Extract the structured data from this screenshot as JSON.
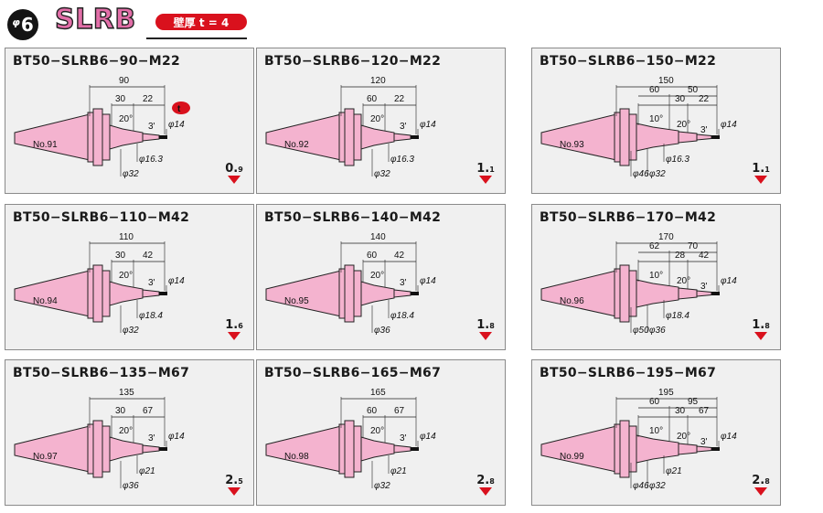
{
  "header": {
    "size": "6",
    "series": "SLRB",
    "badge": "壁厚 t = 4"
  },
  "colors": {
    "tool_fill": "#f4b3cf",
    "tool_stroke": "#222222",
    "accent": "#d9111d"
  },
  "panels": [
    {
      "model": "BT50−SLRB6−90−M22",
      "no": "91",
      "L": "90",
      "a": "30",
      "b": "22",
      "angle": "20",
      "tip_angle": "3'",
      "d_tip": "φ14",
      "d1": "φ16.3",
      "d2": "φ32",
      "weight_int": "0.",
      "weight_dec": "9",
      "badge_t": "t"
    },
    {
      "model": "BT50−SLRB6−120−M22",
      "no": "92",
      "L": "120",
      "a": "60",
      "b": "22",
      "angle": "20",
      "tip_angle": "3'",
      "d_tip": "φ14",
      "d1": "φ16.3",
      "d2": "φ32",
      "weight_int": "1.",
      "weight_dec": "1"
    },
    {
      "model": "BT50−SLRB6−150−M22",
      "no": "93",
      "L": "150",
      "a": "60",
      "b": "50",
      "c": "30",
      "e": "22",
      "angle": "20",
      "angle2": "10",
      "tip_angle": "3'",
      "d_tip": "φ14",
      "d1": "φ16.3",
      "d2": "φ32",
      "d3": "φ46",
      "weight_int": "1.",
      "weight_dec": "1"
    },
    {
      "model": "BT50−SLRB6−110−M42",
      "no": "94",
      "L": "110",
      "a": "30",
      "b": "42",
      "angle": "20",
      "tip_angle": "3'",
      "d_tip": "φ14",
      "d1": "φ18.4",
      "d2": "φ32",
      "weight_int": "1.",
      "weight_dec": "6"
    },
    {
      "model": "BT50−SLRB6−140−M42",
      "no": "95",
      "L": "140",
      "a": "60",
      "b": "42",
      "angle": "20",
      "tip_angle": "3'",
      "d_tip": "φ14",
      "d1": "φ18.4",
      "d2": "φ36",
      "weight_int": "1.",
      "weight_dec": "8"
    },
    {
      "model": "BT50−SLRB6−170−M42",
      "no": "96",
      "L": "170",
      "a": "62",
      "b": "70",
      "c": "28",
      "e": "42",
      "angle": "20",
      "angle2": "10",
      "tip_angle": "3'",
      "d_tip": "φ14",
      "d1": "φ18.4",
      "d2": "φ36",
      "d3": "φ50",
      "weight_int": "1.",
      "weight_dec": "8"
    },
    {
      "model": "BT50−SLRB6−135−M67",
      "no": "97",
      "L": "135",
      "a": "30",
      "b": "67",
      "angle": "20",
      "tip_angle": "3'",
      "d_tip": "φ14",
      "d1": "φ21",
      "d2": "φ36",
      "weight_int": "2.",
      "weight_dec": "5"
    },
    {
      "model": "BT50−SLRB6−165−M67",
      "no": "98",
      "L": "165",
      "a": "60",
      "b": "67",
      "angle": "20",
      "tip_angle": "3'",
      "d_tip": "φ14",
      "d1": "φ21",
      "d2": "φ32",
      "weight_int": "2.",
      "weight_dec": "8"
    },
    {
      "model": "BT50−SLRB6−195−M67",
      "no": "99",
      "L": "195",
      "a": "60",
      "b": "95",
      "c": "30",
      "e": "67",
      "angle": "20",
      "angle2": "10",
      "tip_angle": "3'",
      "d_tip": "φ14",
      "d1": "φ21",
      "d2": "φ32",
      "d3": "φ46",
      "weight_int": "2.",
      "weight_dec": "8"
    }
  ]
}
